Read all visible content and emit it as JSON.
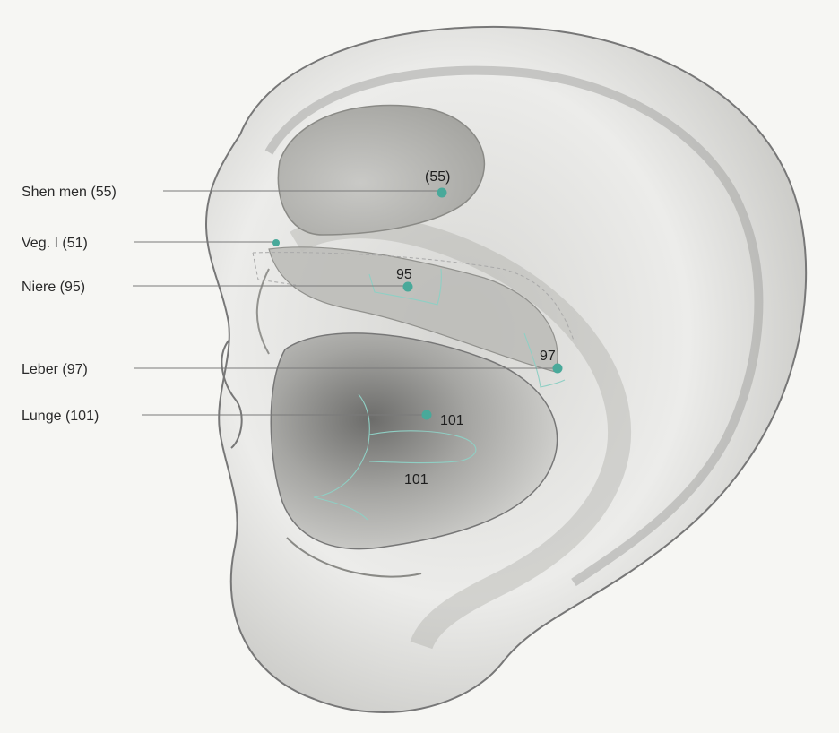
{
  "colors": {
    "point": "#49a99a",
    "zone_outline": "#8fcfc4",
    "leader_line": "#7a7a7a",
    "background": "#f6f6f3"
  },
  "labels": {
    "shen_men": "Shen men (55)",
    "veg": "Veg. I (51)",
    "niere": "Niere (95)",
    "leber": "Leber (97)",
    "lunge": "Lunge (101)"
  },
  "point_numbers": {
    "p55": "(55)",
    "p95": "95",
    "p97": "97",
    "p101_upper": "101",
    "p101_lower": "101"
  }
}
